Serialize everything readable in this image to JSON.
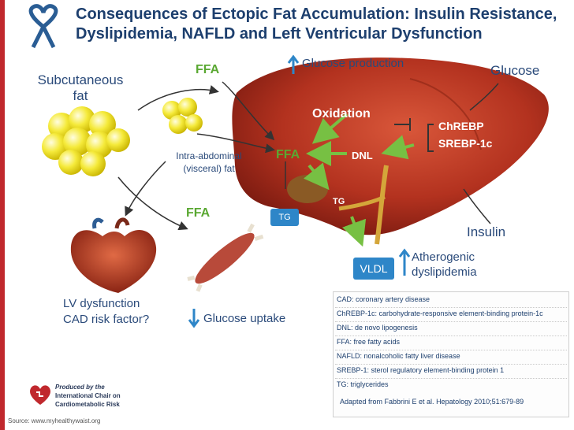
{
  "slide": {
    "title_line1": "Consequences of Ectopic Fat Accumulation: Insulin Resistance,",
    "title_line2": "Dyslipidemia, NAFLD and Left Ventricular Dysfunction"
  },
  "labels": {
    "subcutaneous_line1": "Subcutaneous",
    "subcutaneous_line2": "fat",
    "ffa_top": "FFA",
    "glucose_production": "Glucose production",
    "glucose": "Glucose",
    "oxidation": "Oxidation",
    "chrebp": "ChREBP",
    "srebp": "SREBP-1c",
    "intra_line1": "Intra-abdominal",
    "intra_line2": "(visceral) fat",
    "ffa_liver": "FFA",
    "dnl": "DNL",
    "tg_liver": "TG",
    "ffa_mid": "FFA",
    "tg_box": "TG",
    "insulin": "Insulin",
    "vldl": "VLDL",
    "atherogenic_line1": "Atherogenic",
    "atherogenic_line2": "dyslipidemia",
    "lv_line1": "LV dysfunction",
    "lv_line2": "CAD risk factor?",
    "glucose_uptake": "Glucose uptake"
  },
  "glossary": [
    "CAD: coronary artery disease",
    "ChREBP-1c: carbohydrate-responsive element-binding protein-1c",
    "DNL: de novo lipogenesis",
    "FFA: free fatty acids",
    "NAFLD: nonalcoholic fatty liver disease",
    "SREBP-1: sterol regulatory element-binding protein 1",
    "TG: triglycerides"
  ],
  "citation": "Adapted from Fabbrini E et al. Hepatology 2010;51:679-89",
  "logo": {
    "line1": "Produced by the",
    "line2": "International Chair on",
    "line3": "Cardiometabolic Risk"
  },
  "source": "Source: www.myhealthywaist.org",
  "colors": {
    "title": "#1d3f6e",
    "liver": "#b3321f",
    "fat": "#f2e020",
    "green_arrow": "#77c043",
    "blue_arrow": "#2e86c8",
    "red_stripe": "#c0282d"
  }
}
